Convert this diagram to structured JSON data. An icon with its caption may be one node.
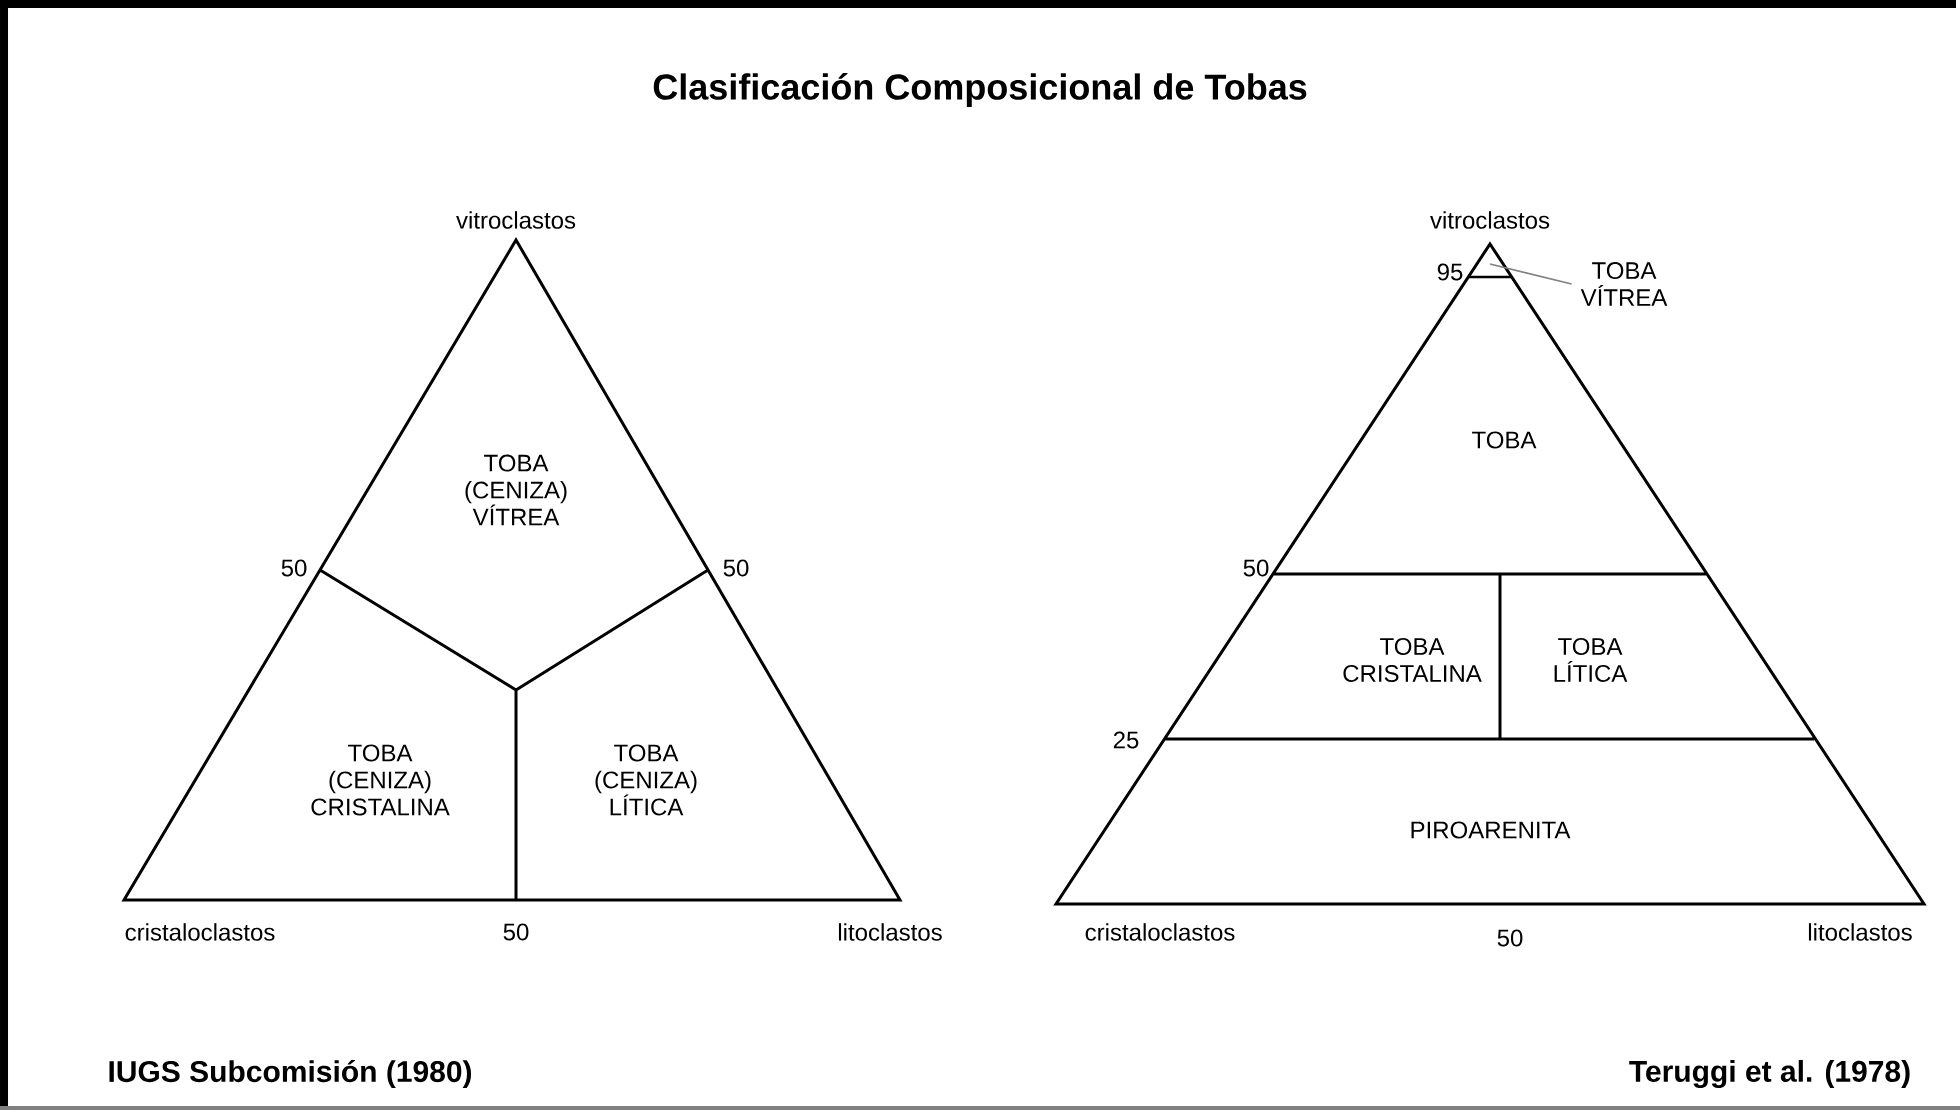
{
  "diagram": {
    "title": "Clasificación Composicional de Tobas",
    "nodes": [
      {
        "text": [
          "TOBA VÍTREA"
        ]
      },
      {
        "text": [],
        "shape": "triangle"
      }
    ],
    "edges": [
      {
        "from": 0,
        "to": 1,
        "arrow": "none"
      }
    ],
    "labels": [
      "vitroclastos",
      "TOBA (CENIZA) VÍTREA",
      "50",
      "50",
      "TOBA (CENIZA) CRISTALINA",
      "TOBA (CENIZA) LÍTICA",
      "cristaloclastos",
      "50",
      "litoclastos",
      "IUGS Subcomisión (1980)",
      "vitroclastos",
      "95",
      "TOBA",
      "50",
      "TOBA CRISTALINA",
      "TOBA LÍTICA",
      "25",
      "PIROARENITA",
      "cristaloclastos",
      "50",
      "litoclastos",
      "Teruggi et al. (1978)"
    ]
  }
}
